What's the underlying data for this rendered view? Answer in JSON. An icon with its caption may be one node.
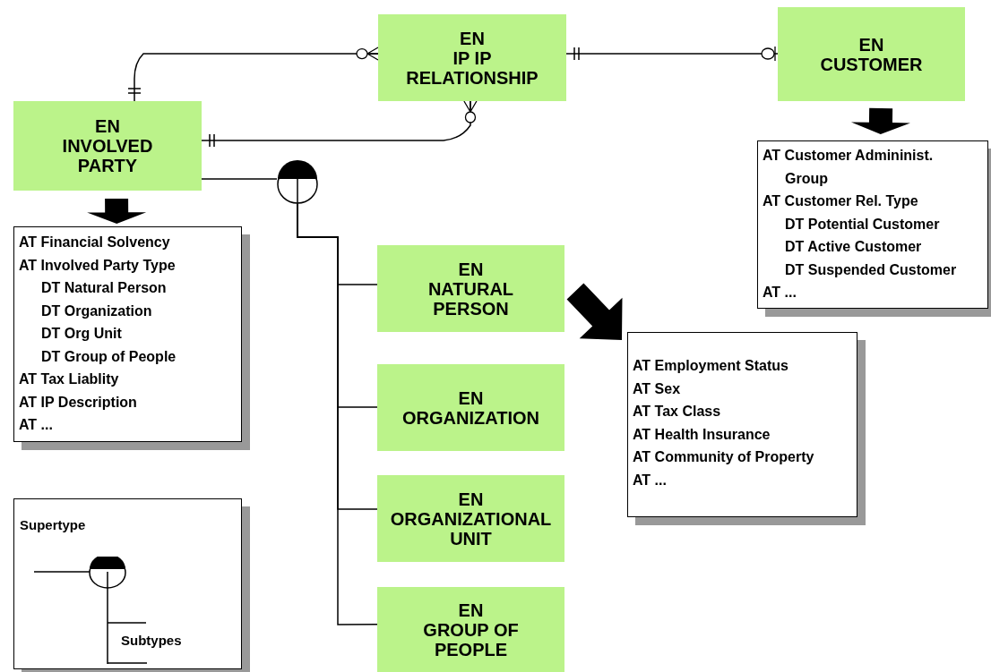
{
  "diagram": {
    "nodes": [
      {
        "text": [
          "EN",
          "INVOLVED PARTY"
        ]
      },
      {
        "text": [
          "EN",
          "IP IP RELATIONSHIP"
        ]
      },
      {
        "text": [
          "EN",
          "CUSTOMER"
        ]
      },
      {
        "text": [],
        "shape": "circle"
      },
      {
        "text": [
          "EN",
          "NATURAL PERSON"
        ]
      },
      {
        "text": [
          "EN",
          "ORGANIZATION"
        ]
      },
      {
        "text": [
          "EN",
          "ORGANIZATIONAL UNIT"
        ]
      },
      {
        "text": [
          "EN",
          "GROUP OF PEOPLE"
        ]
      },
      {
        "text": [
          "AT Financial Solvency",
          "AT Involved Party Type",
          "DT Natural Person",
          "DT Organization",
          "DT Org Unit",
          "DT Group of People",
          "AT Tax Liablity",
          "AT IP Description",
          "AT ..."
        ]
      },
      {
        "text": [
          "AT Customer Admininist. Group",
          "AT Customer Rel. Type",
          "DT Potential Customer",
          "DT Active Customer",
          "DT Suspended Customer",
          "AT ..."
        ]
      },
      {
        "text": [
          "AT Employment Status",
          "AT Sex",
          "AT Tax Class",
          "AT Health Insurance",
          "AT Community of Property",
          "AT ..."
        ]
      }
    ],
    "edges": [
      {
        "from": 0,
        "to": 1,
        "arrow": "other"
      },
      {
        "from": 0,
        "to": 1,
        "arrow": "other"
      },
      {
        "from": 1,
        "to": 2,
        "arrow": "other"
      },
      {
        "from": 0,
        "to": 3,
        "arrow": "none"
      },
      {
        "from": 3,
        "to": 4,
        "arrow": "none"
      },
      {
        "from": 3,
        "to": 5,
        "arrow": "none"
      },
      {
        "from": 3,
        "to": 6,
        "arrow": "none"
      },
      {
        "from": 3,
        "to": 7,
        "arrow": "none"
      },
      {
        "from": 0,
        "to": 8,
        "arrow": "to",
        "style": "thick"
      },
      {
        "from": 2,
        "to": 9,
        "arrow": "to",
        "style": "thick"
      },
      {
        "from": 4,
        "to": 10,
        "arrow": "to",
        "style": "thick"
      }
    ],
    "legend": [
      {
        "text": "Supertype"
      },
      {
        "text": "Subtypes"
      }
    ]
  }
}
